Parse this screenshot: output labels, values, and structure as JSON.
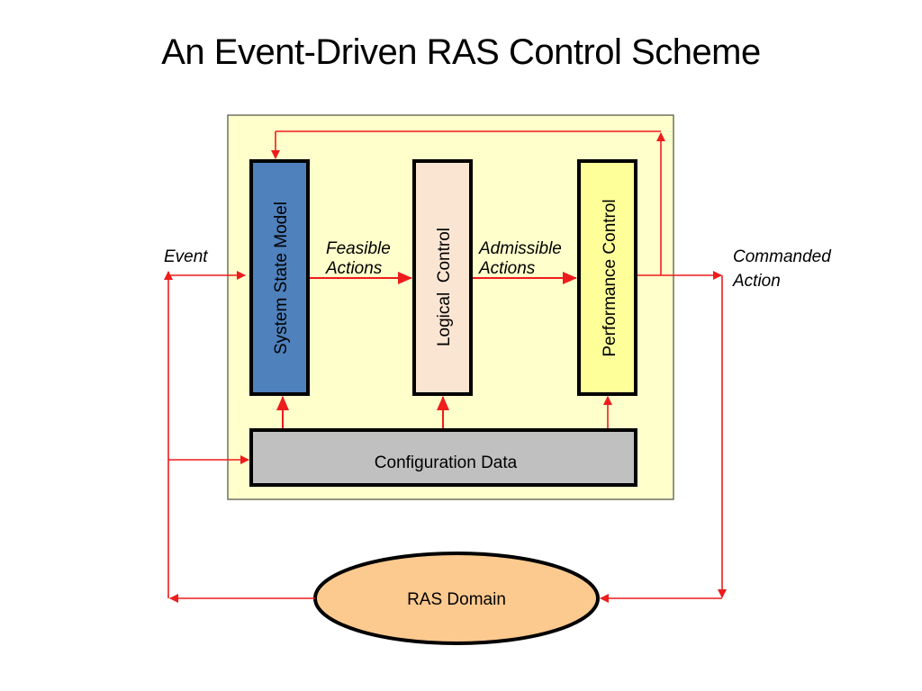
{
  "title": "An Event-Driven RAS Control Scheme",
  "colors": {
    "panel_fill": "#ffffcc",
    "system_state_fill": "#4f81bd",
    "logical_fill": "#fae5d3",
    "performance_fill": "#ffff99",
    "config_fill": "#c0c0c0",
    "domain_fill": "#fcc98f",
    "arrow": "#ee1c1c"
  },
  "blocks": {
    "system_state_model": "System State Model",
    "logical_control": "Logical  Control",
    "performance_control": "Performance Control",
    "configuration_data": "Configuration Data",
    "ras_domain": "RAS Domain"
  },
  "labels": {
    "event": "Event",
    "feasible_line1": "Feasible",
    "feasible_line2": "Actions",
    "admissible_line1": "Admissible",
    "admissible_line2": "Actions",
    "commanded_line1": "Commanded",
    "commanded_line2": "Action"
  }
}
